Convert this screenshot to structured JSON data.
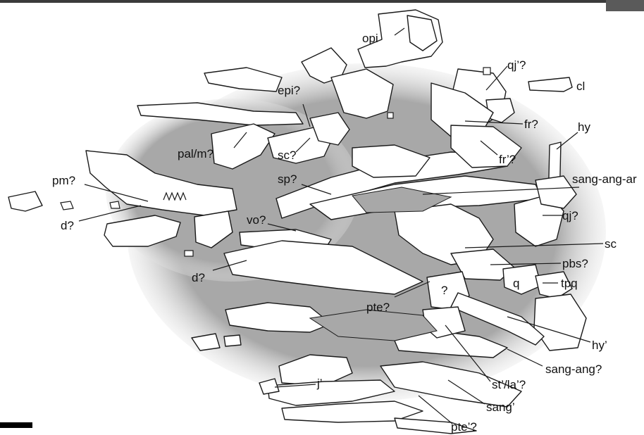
{
  "figure": {
    "labels": {
      "opi": "opi",
      "qj_prime_q": "qj’?",
      "cl": "cl",
      "epi_q": "epi?",
      "fr_q": "fr?",
      "hy": "hy",
      "fr_prime_q": "fr’?",
      "pal_m_q": "pal/m?",
      "sc_q": "sc?",
      "sp_q": "sp?",
      "sang_ang_ar": "sang-ang-ar",
      "pm_q": "pm?",
      "qj_q": "qj?",
      "d_q_upper": "d?",
      "vo_q": "vo?",
      "sc": "sc",
      "pbs_q": "pbs?",
      "d_q_lower": "d?",
      "q": "q",
      "tpq": "tpq",
      "unknown_q": "?",
      "pte_q": "pte?",
      "hy_prime": "hy’",
      "sang_ang_q": "sang-ang?",
      "j_prime": "j’",
      "st_la_q": "st’/la’?",
      "sang_prime": "sang’",
      "pte_prime_q": "pte’?"
    },
    "colors": {
      "matrix_gray": "#a8a8a8",
      "bone_fill": "#ffffff",
      "outline": "#1a1a1a",
      "scale_bar": "#000000"
    }
  }
}
